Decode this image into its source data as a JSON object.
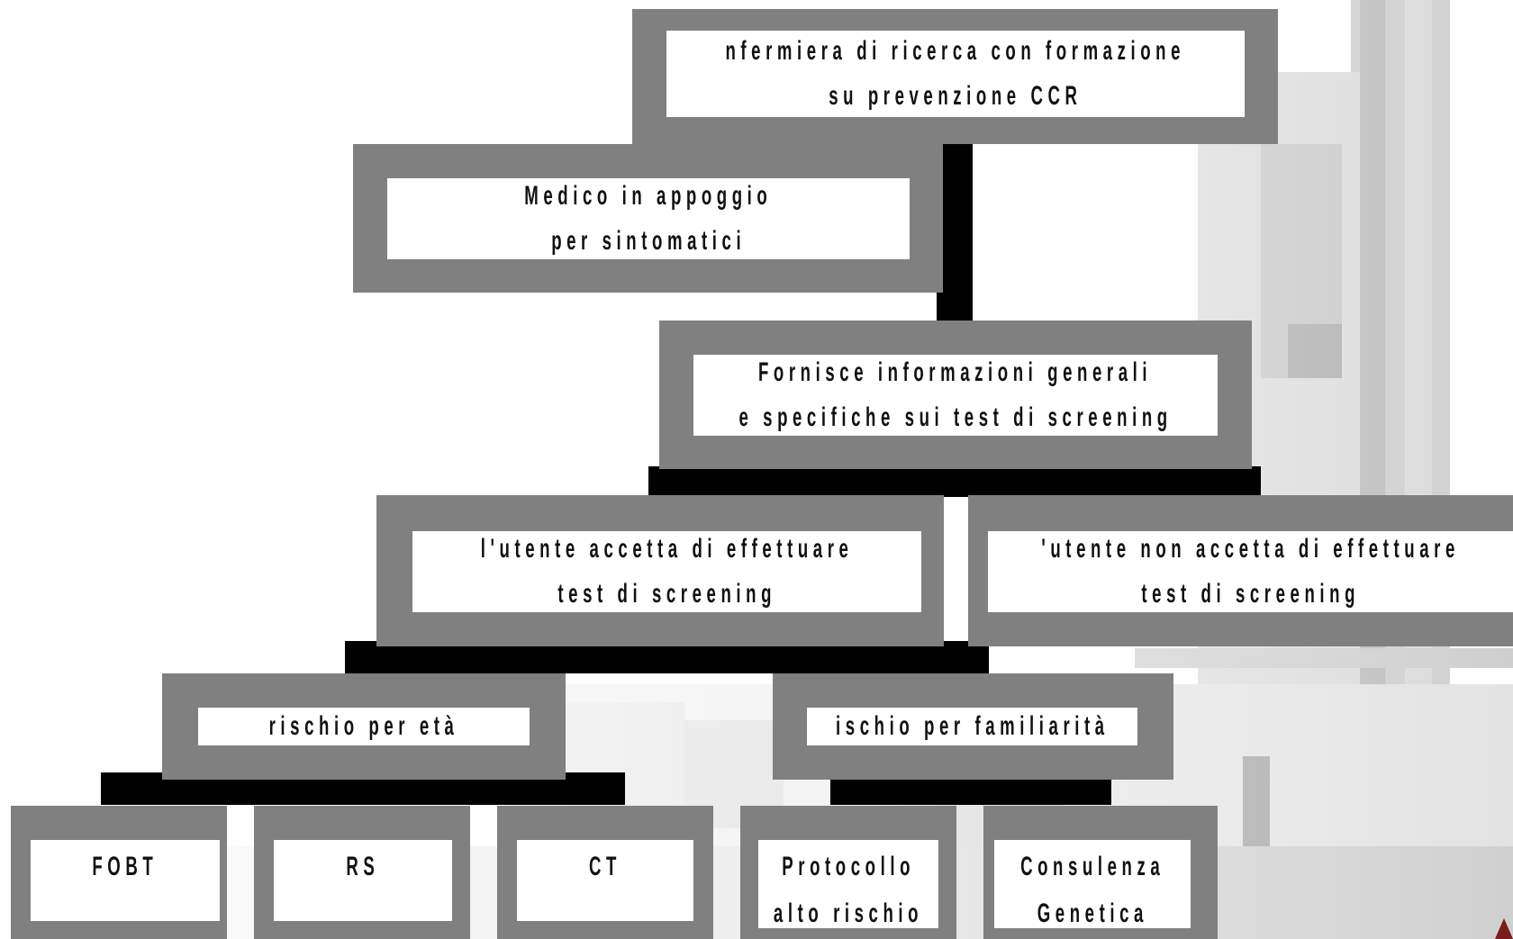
{
  "diagram": {
    "nodes": {
      "root": {
        "lines": [
          "nfermiera di ricerca con formazione",
          "su prevenzione CCR"
        ]
      },
      "medico": {
        "lines": [
          "Medico in appoggio",
          "per sintomatici"
        ]
      },
      "fornisce": {
        "lines": [
          "Fornisce informazioni generali",
          "e specifiche sui test di screening"
        ]
      },
      "accetta": {
        "lines": [
          "l'utente accetta di effettuare",
          "test di screening"
        ]
      },
      "non_accetta": {
        "lines": [
          "'utente non accetta di effettuare",
          "test di screening"
        ]
      },
      "rischio_eta": {
        "lines": [
          "rischio per età"
        ]
      },
      "rischio_fam": {
        "lines": [
          "ischio per familiarità"
        ]
      },
      "fobt": {
        "lines": [
          "FOBT"
        ]
      },
      "rs": {
        "lines": [
          "RS"
        ]
      },
      "ct": {
        "lines": [
          "CT"
        ]
      },
      "protocollo": {
        "lines": [
          "Protocollo",
          "alto rischio"
        ]
      },
      "consulenza": {
        "lines": [
          "Consulenza",
          "Genetica"
        ]
      }
    }
  },
  "colors": {
    "node_border": "#808080",
    "node_fill": "#ffffff",
    "connector": "#000000",
    "text": "#111111"
  }
}
